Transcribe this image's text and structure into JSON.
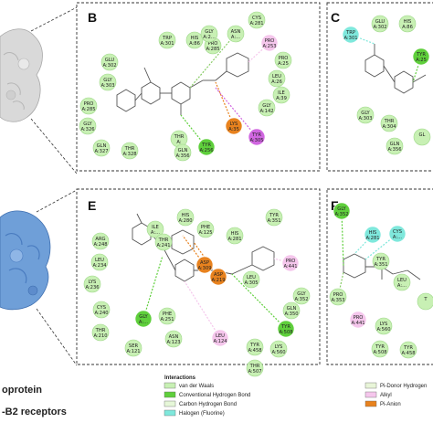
{
  "colors": {
    "vdw": "#c8f0b4",
    "conv_hb": "#5fcf3c",
    "carbon_hb": "#e6f7d8",
    "halogen": "#7fe8dc",
    "pi_donor": "#e8f5d8",
    "alkyl": "#f5c6ec",
    "pi_anion": "#e8821e",
    "pi_pi": "#d066e0"
  },
  "side_labels": {
    "line1": "oprotein",
    "line2": "-B2 receptors"
  },
  "legend": {
    "title": "Interactions",
    "items": [
      {
        "label": "van der Waals",
        "color": "#c8f0b4"
      },
      {
        "label": "Conventional Hydrogen Bond",
        "color": "#5fcf3c"
      },
      {
        "label": "Carbon Hydrogen Bond",
        "color": "#e6f7d8"
      },
      {
        "label": "Halogen (Fluorine)",
        "color": "#7fe8dc"
      },
      {
        "label": "Pi-Donor Hydrogen",
        "color": "#e8f5d8"
      },
      {
        "label": "Alkyl",
        "color": "#f5c6ec"
      },
      {
        "label": "Pi-Anion",
        "color": "#e8821e"
      }
    ]
  },
  "panels": [
    {
      "letter": "B",
      "residues": [
        {
          "name": "TRP\nA:301",
          "type": "vdw"
        },
        {
          "name": "HIS\nA:86",
          "type": "vdw"
        },
        {
          "name": "PRO\nA:285",
          "type": "vdw"
        },
        {
          "name": "ASN\nA:...",
          "type": "vdw"
        },
        {
          "name": "CYS\nA:281",
          "type": "vdw"
        },
        {
          "name": "PRO\nA:253",
          "type": "alkyl"
        },
        {
          "name": "PRO\nA:25",
          "type": "vdw"
        },
        {
          "name": "GLU\nA:302",
          "type": "vdw"
        },
        {
          "name": "GLY\nA:303",
          "type": "vdw"
        },
        {
          "name": "LEU\nA:26",
          "type": "vdw"
        },
        {
          "name": "ILE\nA:39",
          "type": "vdw"
        },
        {
          "name": "GLY\nA:142",
          "type": "vdw"
        },
        {
          "name": "PRO\nA:285",
          "type": "vdw"
        },
        {
          "name": "GLY\nA:326",
          "type": "vdw"
        },
        {
          "name": "GLN\nA:327",
          "type": "vdw"
        },
        {
          "name": "THR\nA:328",
          "type": "vdw"
        },
        {
          "name": "THR\nA:",
          "type": "vdw"
        },
        {
          "name": "TYR\nA:256",
          "type": "conv_hb"
        },
        {
          "name": "GLN\nA:356",
          "type": "vdw"
        },
        {
          "name": "LYS\nA:35",
          "type": "pi_anion"
        },
        {
          "name": "TYR\nA:305",
          "type": "pi_pi"
        },
        {
          "name": "GLY\nA:2...",
          "type": "vdw"
        }
      ]
    },
    {
      "letter": "C",
      "residues": [
        {
          "name": "TRP\nA:301",
          "type": "halogen"
        },
        {
          "name": "GLU\nA:302",
          "type": "vdw"
        },
        {
          "name": "HIS\nA:86",
          "type": "vdw"
        },
        {
          "name": "TYR\nA:25",
          "type": "conv_hb"
        },
        {
          "name": "GLY\nA:303",
          "type": "vdw"
        },
        {
          "name": "THR\nA:304",
          "type": "vdw"
        },
        {
          "name": "GLN\nA:356",
          "type": "vdw"
        },
        {
          "name": "GL",
          "type": "vdw"
        }
      ]
    },
    {
      "letter": "E",
      "residues": [
        {
          "name": "HIS\nA:280",
          "type": "vdw"
        },
        {
          "name": "ARG\nA:248",
          "type": "vdw"
        },
        {
          "name": "ILE\nA:...",
          "type": "vdw"
        },
        {
          "name": "PHE\nA:125",
          "type": "vdw"
        },
        {
          "name": "HIS\nA:281",
          "type": "vdw"
        },
        {
          "name": "TYR\nA:351",
          "type": "vdw"
        },
        {
          "name": "LEU\nA:234",
          "type": "vdw"
        },
        {
          "name": "THR\nA:241",
          "type": "vdw"
        },
        {
          "name": "ASP\nA:309",
          "type": "pi_anion"
        },
        {
          "name": "ASP\nA:219",
          "type": "pi_anion"
        },
        {
          "name": "PRO\nA:441",
          "type": "alkyl"
        },
        {
          "name": "LYS\nA:236",
          "type": "vdw"
        },
        {
          "name": "LEU\nA:305",
          "type": "vdw"
        },
        {
          "name": "GLY\nA:352",
          "type": "vdw"
        },
        {
          "name": "CYS\nA:240",
          "type": "vdw"
        },
        {
          "name": "PHE\nA:251",
          "type": "vdw"
        },
        {
          "name": "THR\nA:210",
          "type": "vdw"
        },
        {
          "name": "GLY\nA:...",
          "type": "conv_hb"
        },
        {
          "name": "ASN\nA:123",
          "type": "vdw"
        },
        {
          "name": "TYR\nA:508",
          "type": "conv_hb"
        },
        {
          "name": "GLN\nA:350",
          "type": "vdw"
        },
        {
          "name": "SER\nA:121",
          "type": "vdw"
        },
        {
          "name": "LEU\nA:124",
          "type": "alkyl"
        },
        {
          "name": "LYS\nA:560",
          "type": "vdw"
        },
        {
          "name": "TYR\nA:458",
          "type": "vdw"
        },
        {
          "name": "THR\nA:507",
          "type": "vdw"
        }
      ]
    },
    {
      "letter": "F",
      "residues": [
        {
          "name": "GLY\nA:352",
          "type": "conv_hb"
        },
        {
          "name": "HIS\nA:281",
          "type": "halogen"
        },
        {
          "name": "CYS\nA:...",
          "type": "halogen"
        },
        {
          "name": "TYR\nA:351",
          "type": "vdw"
        },
        {
          "name": "PRO\nA:353",
          "type": "vdw"
        },
        {
          "name": "LEU\nA:...",
          "type": "vdw"
        },
        {
          "name": "PRO\nA:441",
          "type": "alkyl"
        },
        {
          "name": "LYS\nA:560",
          "type": "vdw"
        },
        {
          "name": "TYR\nA:508",
          "type": "vdw"
        },
        {
          "name": "TYR\nA:458",
          "type": "vdw"
        },
        {
          "name": "T",
          "type": "vdw"
        }
      ]
    }
  ]
}
